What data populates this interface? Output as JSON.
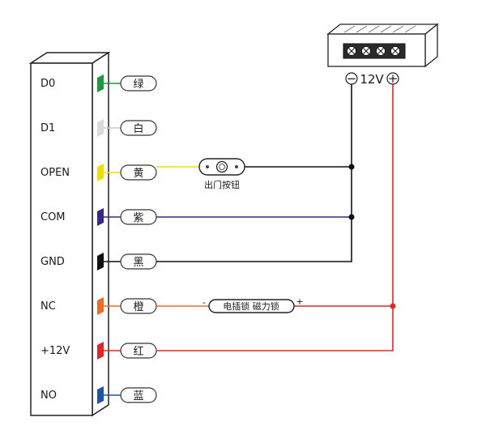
{
  "terminals": [
    {
      "label": "D0",
      "wire": "绿",
      "color": "#1a9a3c"
    },
    {
      "label": "D1",
      "wire": "白",
      "color": "#d9d9d9"
    },
    {
      "label": "OPEN",
      "wire": "黄",
      "color": "#f2dd00"
    },
    {
      "label": "COM",
      "wire": "紫",
      "color": "#3d2585"
    },
    {
      "label": "GND",
      "wire": "黑",
      "color": "#111111"
    },
    {
      "label": "NC",
      "wire": "橙",
      "color": "#ef6a22"
    },
    {
      "label": "+12V",
      "wire": "红",
      "color": "#e02626"
    },
    {
      "label": "NO",
      "wire": "蓝",
      "color": "#1c55a6"
    }
  ],
  "exit_button": {
    "label": "出门按钮"
  },
  "lock": {
    "label": "电插锁  磁力锁",
    "minus": "-",
    "plus": "+"
  },
  "power_supply": {
    "voltage": "12V",
    "minus": "−",
    "plus": "+"
  },
  "colors": {
    "red_wire": "#e02626",
    "black_wire": "#111111",
    "yellow_wire": "#f2dd00",
    "purple_wire": "#3d2585"
  }
}
